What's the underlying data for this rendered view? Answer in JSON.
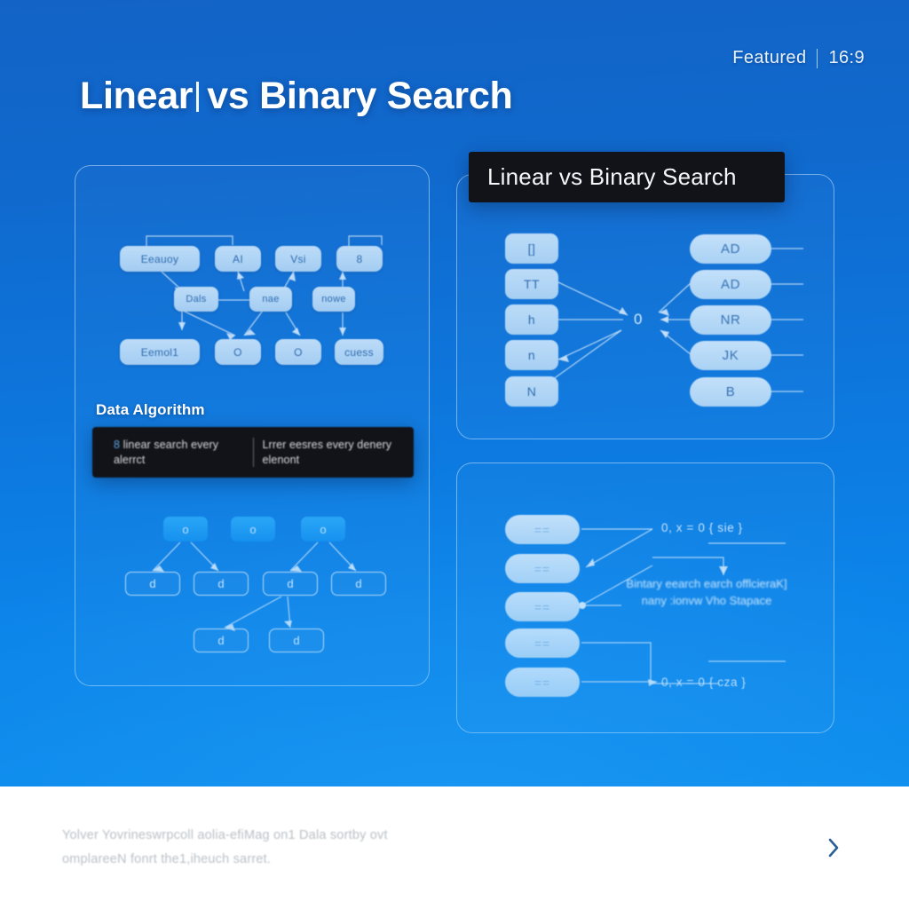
{
  "header": {
    "badge_label": "Featured",
    "badge_ratio": "16:9",
    "title_left": "Linear",
    "title_right": "vs Binary Search"
  },
  "theme": {
    "bg_top": "#1363c6",
    "bg_bottom": "#0b8ced",
    "plate_bg": "#121318",
    "chip_fill": "#a8cef2",
    "chip_text": "#2f6bb0",
    "node_bright": "#1c97f2",
    "outline": "#c6e3ff",
    "caption_bg": "#ffffff",
    "caption_text": "#b9bfc6",
    "chevron": "#2a5f96"
  },
  "left_panel": {
    "graph_top": {
      "row1": [
        {
          "label": "Eeauoy"
        },
        {
          "label": "AI"
        },
        {
          "label": "Vsi"
        },
        {
          "label": "8"
        }
      ],
      "row2": [
        {
          "label": "Dals"
        },
        {
          "label": "nae"
        },
        {
          "label": "nowe"
        }
      ],
      "row3": [
        {
          "label": "Eemol1"
        },
        {
          "label": "O"
        },
        {
          "label": "O"
        },
        {
          "label": "cuess"
        }
      ]
    },
    "section_label": "Data Algorithm",
    "algo_plate": {
      "col_left_lead": "8",
      "col_left": "linear search every alerrct",
      "col_right": "Lrrer eesres every denery elenont"
    },
    "tree": {
      "roots": [
        {
          "label": "o"
        },
        {
          "label": "o"
        },
        {
          "label": "o"
        }
      ],
      "mid": [
        {
          "label": "d"
        },
        {
          "label": "d"
        },
        {
          "label": "d"
        },
        {
          "label": "d"
        }
      ],
      "leaves": [
        {
          "label": "d"
        },
        {
          "label": "d"
        }
      ]
    }
  },
  "right_top_panel": {
    "plate_title": "Linear vs Binary Search",
    "left_column": [
      {
        "label": "[]"
      },
      {
        "label": "TT"
      },
      {
        "label": "h"
      },
      {
        "label": "n"
      },
      {
        "label": "N"
      }
    ],
    "hub_label": "0",
    "right_column": [
      {
        "label": "AD"
      },
      {
        "label": "AD"
      },
      {
        "label": "NR"
      },
      {
        "label": "JK"
      },
      {
        "label": "B"
      }
    ]
  },
  "right_bottom_panel": {
    "pills": [
      {
        "label": "=="
      },
      {
        "label": "=="
      },
      {
        "label": "=="
      },
      {
        "label": "=="
      },
      {
        "label": "=="
      }
    ],
    "anno_top": "0, x = 0   { sie }",
    "anno_bottom": "0, x = 0   { cza }",
    "anno_center": "Bintary eearch earch offlcieraK] nany :ionvw Vho Stapace"
  },
  "caption": {
    "line1": "Yolver Yovrineswrpcoll aolia-efiMag on1 Dala sortby ovt",
    "line2": "omplareeN fonrt the1,iheuch sarret.",
    "next_icon": "chevron-right-icon"
  }
}
